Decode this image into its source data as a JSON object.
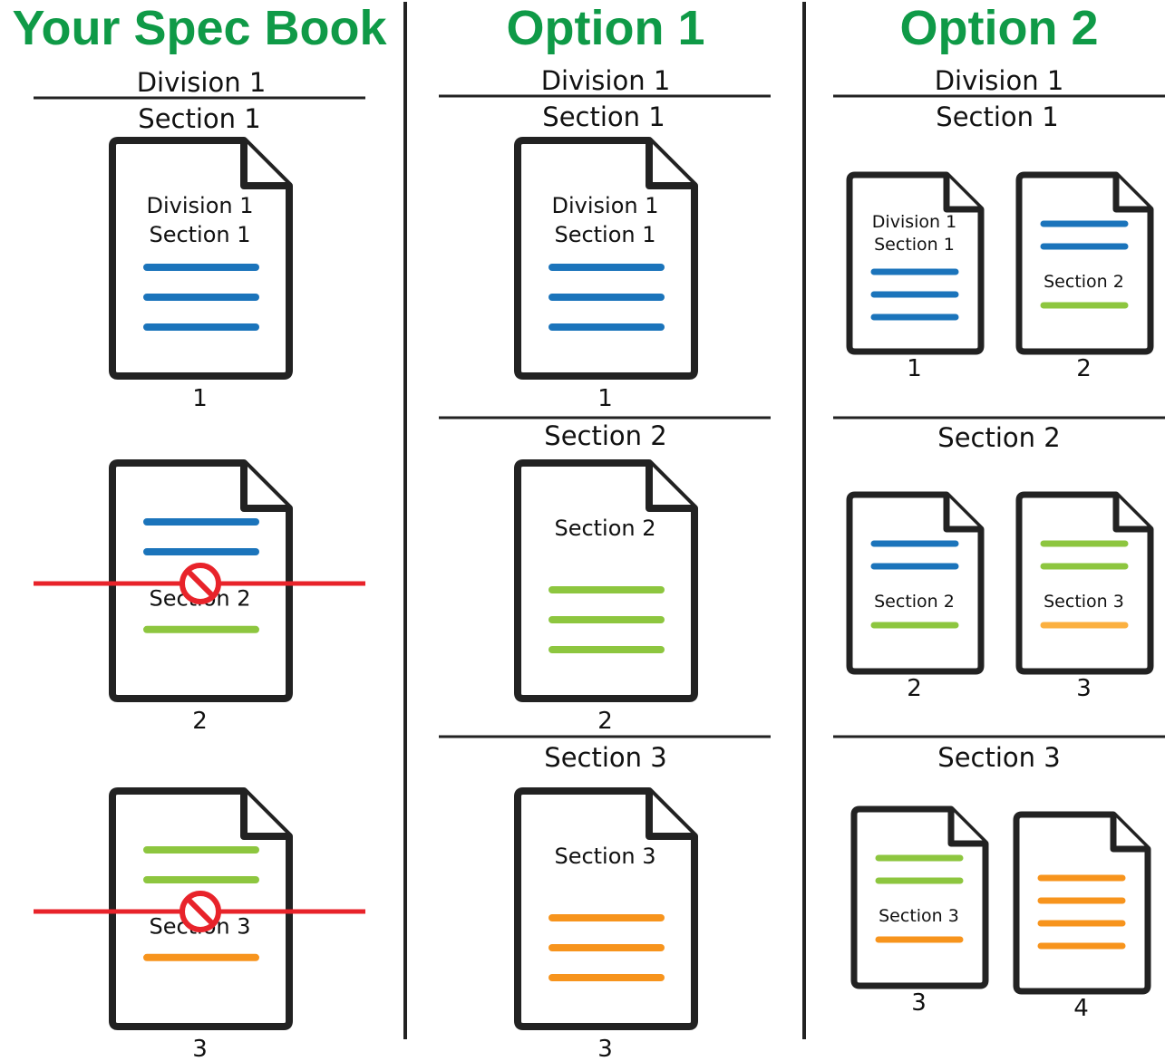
{
  "colors": {
    "heading": "#0f9a47",
    "blue": "#1b74bb",
    "green": "#8dc63f",
    "orange": "#f7941d",
    "light_orange": "#fbb040",
    "red": "#e8232a",
    "ink": "#222222"
  },
  "columns": [
    {
      "heading": "Your Spec Book",
      "division_label": "Division 1",
      "sections": [
        {
          "label": "Section 1",
          "pages": [
            {
              "number": "1",
              "text": [
                "Division 1",
                "Section 1"
              ],
              "lines": [
                "blue",
                "blue",
                "blue"
              ],
              "crossed_out": false
            }
          ]
        },
        {
          "label": "",
          "pages": [
            {
              "number": "2",
              "text": [
                "Section 2"
              ],
              "lines": [
                "blue",
                "blue",
                "green"
              ],
              "crossed_out": true
            }
          ]
        },
        {
          "label": "",
          "pages": [
            {
              "number": "3",
              "text": [
                "Section 3"
              ],
              "lines": [
                "green",
                "green",
                "orange"
              ],
              "crossed_out": true
            }
          ]
        }
      ]
    },
    {
      "heading": "Option 1",
      "division_label": "Division 1",
      "sections": [
        {
          "label": "Section 1",
          "pages": [
            {
              "number": "1",
              "text": [
                "Division 1",
                "Section 1"
              ],
              "lines": [
                "blue",
                "blue",
                "blue"
              ],
              "crossed_out": false
            }
          ]
        },
        {
          "label": "Section 2",
          "pages": [
            {
              "number": "2",
              "text": [
                "Section 2"
              ],
              "lines": [
                "green",
                "green",
                "green"
              ],
              "crossed_out": false
            }
          ]
        },
        {
          "label": "Section 3",
          "pages": [
            {
              "number": "3",
              "text": [
                "Section 3"
              ],
              "lines": [
                "orange",
                "orange",
                "orange"
              ],
              "crossed_out": false
            }
          ]
        }
      ]
    },
    {
      "heading": "Option 2",
      "division_label": "Division 1",
      "sections": [
        {
          "label": "Section 1",
          "pages": [
            {
              "number": "1",
              "text": [
                "Division 1",
                "Section 1"
              ],
              "lines": [
                "blue",
                "blue",
                "blue"
              ],
              "crossed_out": false
            },
            {
              "number": "2",
              "text": [
                "Section 2"
              ],
              "lines": [
                "blue",
                "blue",
                "green"
              ],
              "crossed_out": false
            }
          ]
        },
        {
          "label": "Section 2",
          "pages": [
            {
              "number": "2",
              "text": [
                "Section 2"
              ],
              "lines": [
                "blue",
                "blue",
                "green"
              ],
              "crossed_out": false
            },
            {
              "number": "3",
              "text": [
                "Section 3"
              ],
              "lines": [
                "green",
                "green",
                "light_orange"
              ],
              "crossed_out": false
            }
          ]
        },
        {
          "label": "Section 3",
          "pages": [
            {
              "number": "3",
              "text": [
                "Section 3"
              ],
              "lines": [
                "green",
                "green",
                "orange"
              ],
              "crossed_out": false
            },
            {
              "number": "4",
              "text": [],
              "lines": [
                "orange",
                "orange",
                "orange",
                "orange"
              ],
              "crossed_out": false
            }
          ]
        }
      ]
    }
  ]
}
